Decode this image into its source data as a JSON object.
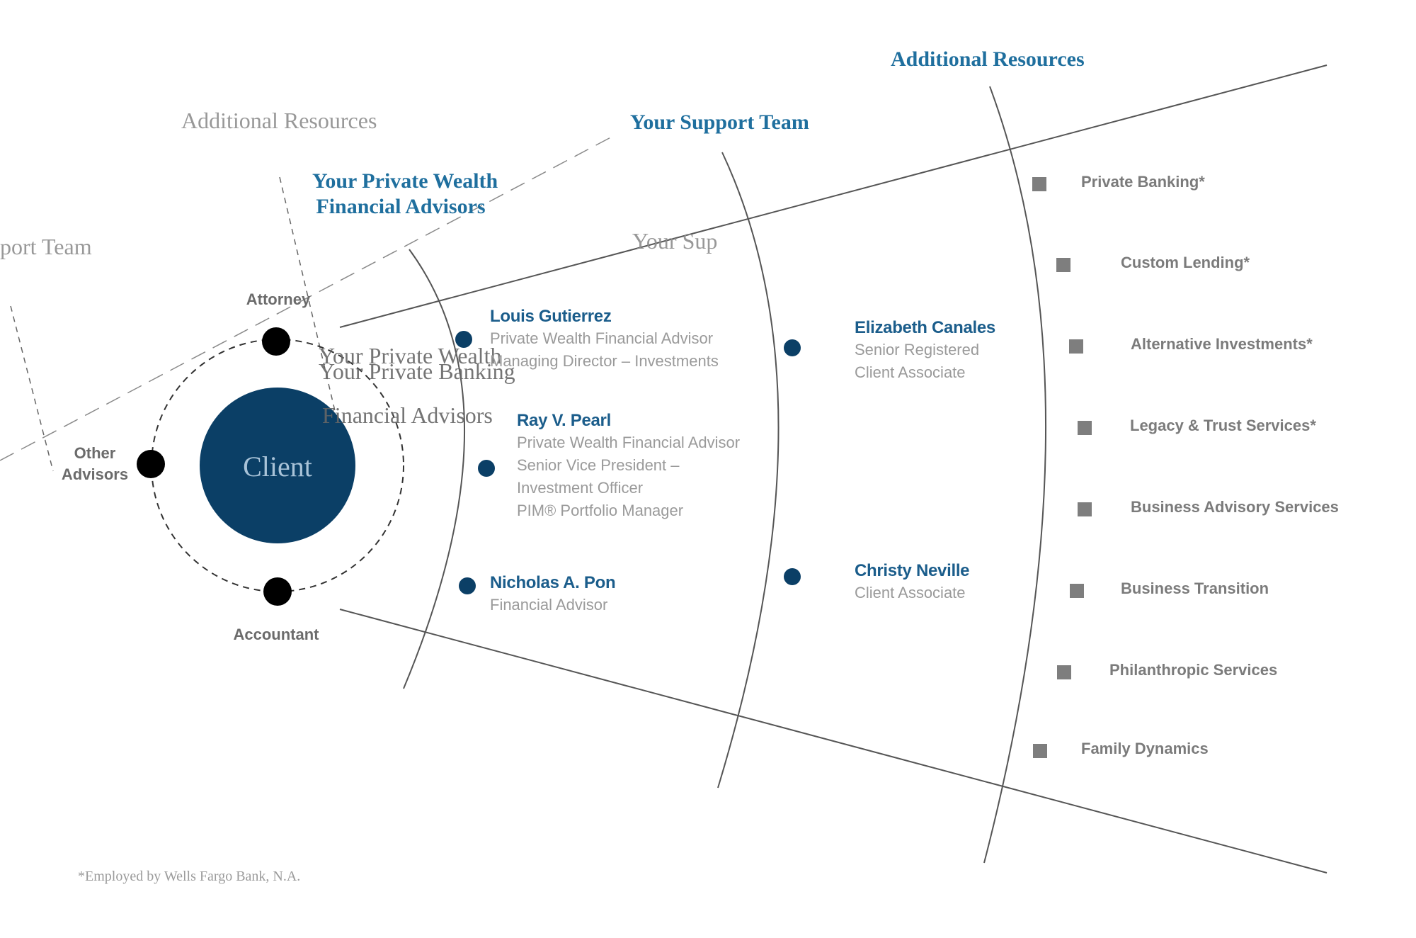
{
  "colors": {
    "navy": "#0b3f66",
    "accent_text": "#1f6f9e",
    "line": "#555555"
  },
  "headers": {
    "private_wealth_line1": "Your Private Wealth",
    "private_wealth_line2": "Financial Advisors",
    "support_team": "Your Support Team",
    "additional_resources": "Additional Resources"
  },
  "ghost_labels": {
    "additional_resources": "Additional Resources",
    "support_team": "port Team",
    "your_sup": "Your Sup",
    "private_wealth_line1": "Your Private Wealth",
    "private_banking": "Your Private Banking",
    "financial_advisors": "Financial Advisors"
  },
  "client": {
    "label": "Client"
  },
  "orbit": {
    "attorney": "Attorney",
    "accountant": "Accountant",
    "other_line1": "Other",
    "other_line2": "Advisors"
  },
  "advisors": [
    {
      "name": "Louis Gutierrez",
      "role_line1": "Private Wealth Financial Advisor",
      "role_line2": "Managing Director – Investments"
    },
    {
      "name": "Ray V. Pearl",
      "role_line1": "Private Wealth Financial Advisor",
      "role_line2": "Senior Vice President –",
      "role_line3": "Investment Officer",
      "role_line4": "PIM® Portfolio Manager"
    },
    {
      "name": "Nicholas A. Pon",
      "role_line1": "Financial Advisor"
    }
  ],
  "support": [
    {
      "name": "Elizabeth Canales",
      "role_line1": "Senior Registered",
      "role_line2": "Client Associate"
    },
    {
      "name": "Christy Neville",
      "role_line1": "Client Associate"
    }
  ],
  "resources": [
    "Private Banking*",
    "Custom Lending*",
    "Alternative Investments*",
    "Legacy & Trust Services*",
    "Business Advisory Services",
    "Business Transition",
    "Philanthropic Services",
    "Family Dynamics"
  ],
  "footer": "*Employed by Wells Fargo Bank, N.A."
}
